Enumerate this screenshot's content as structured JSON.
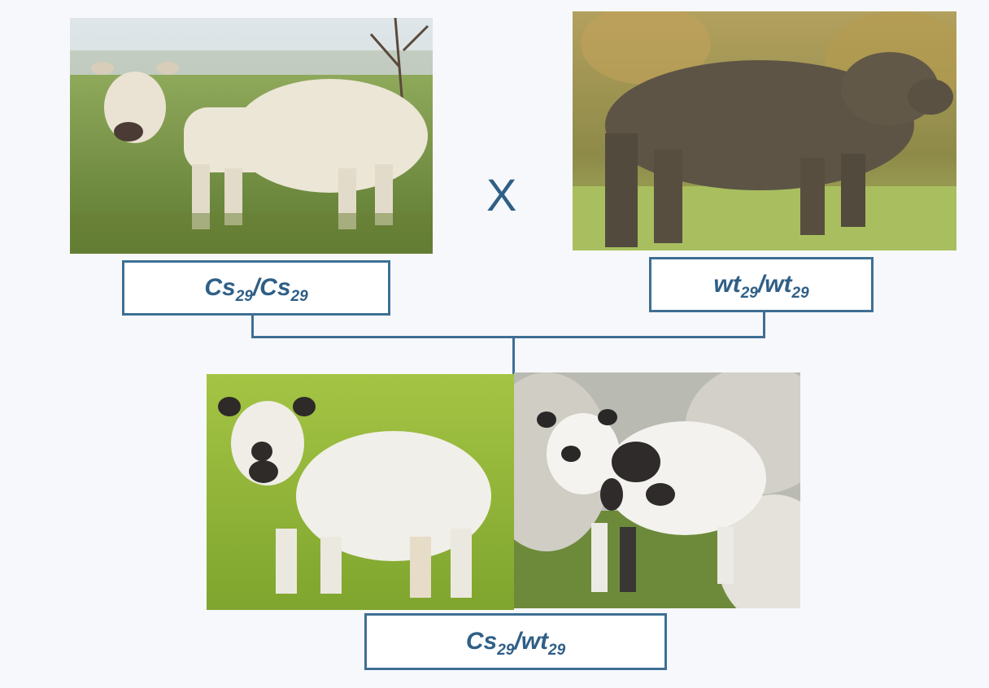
{
  "parents": {
    "mother": {
      "photo": "white-cow-photo",
      "genotype": {
        "allele1": "Cs",
        "sub1": "29",
        "sep": "/",
        "allele2": "Cs",
        "sub2": "29"
      }
    },
    "father": {
      "photo": "dark-bull-photo",
      "genotype": {
        "allele1": "wt",
        "sub1": "29",
        "sep": "/",
        "allele2": "wt",
        "sub2": "29"
      }
    }
  },
  "cross_symbol": "X",
  "offspring": {
    "photos": [
      "white-calf-photo",
      "spotted-calf-photo"
    ],
    "genotype": {
      "allele1": "Cs",
      "sub1": "29",
      "sep": "/",
      "allele2": "wt",
      "sub2": "29"
    }
  },
  "colors": {
    "accent": "#3e6f94",
    "text": "#2f5f86"
  }
}
